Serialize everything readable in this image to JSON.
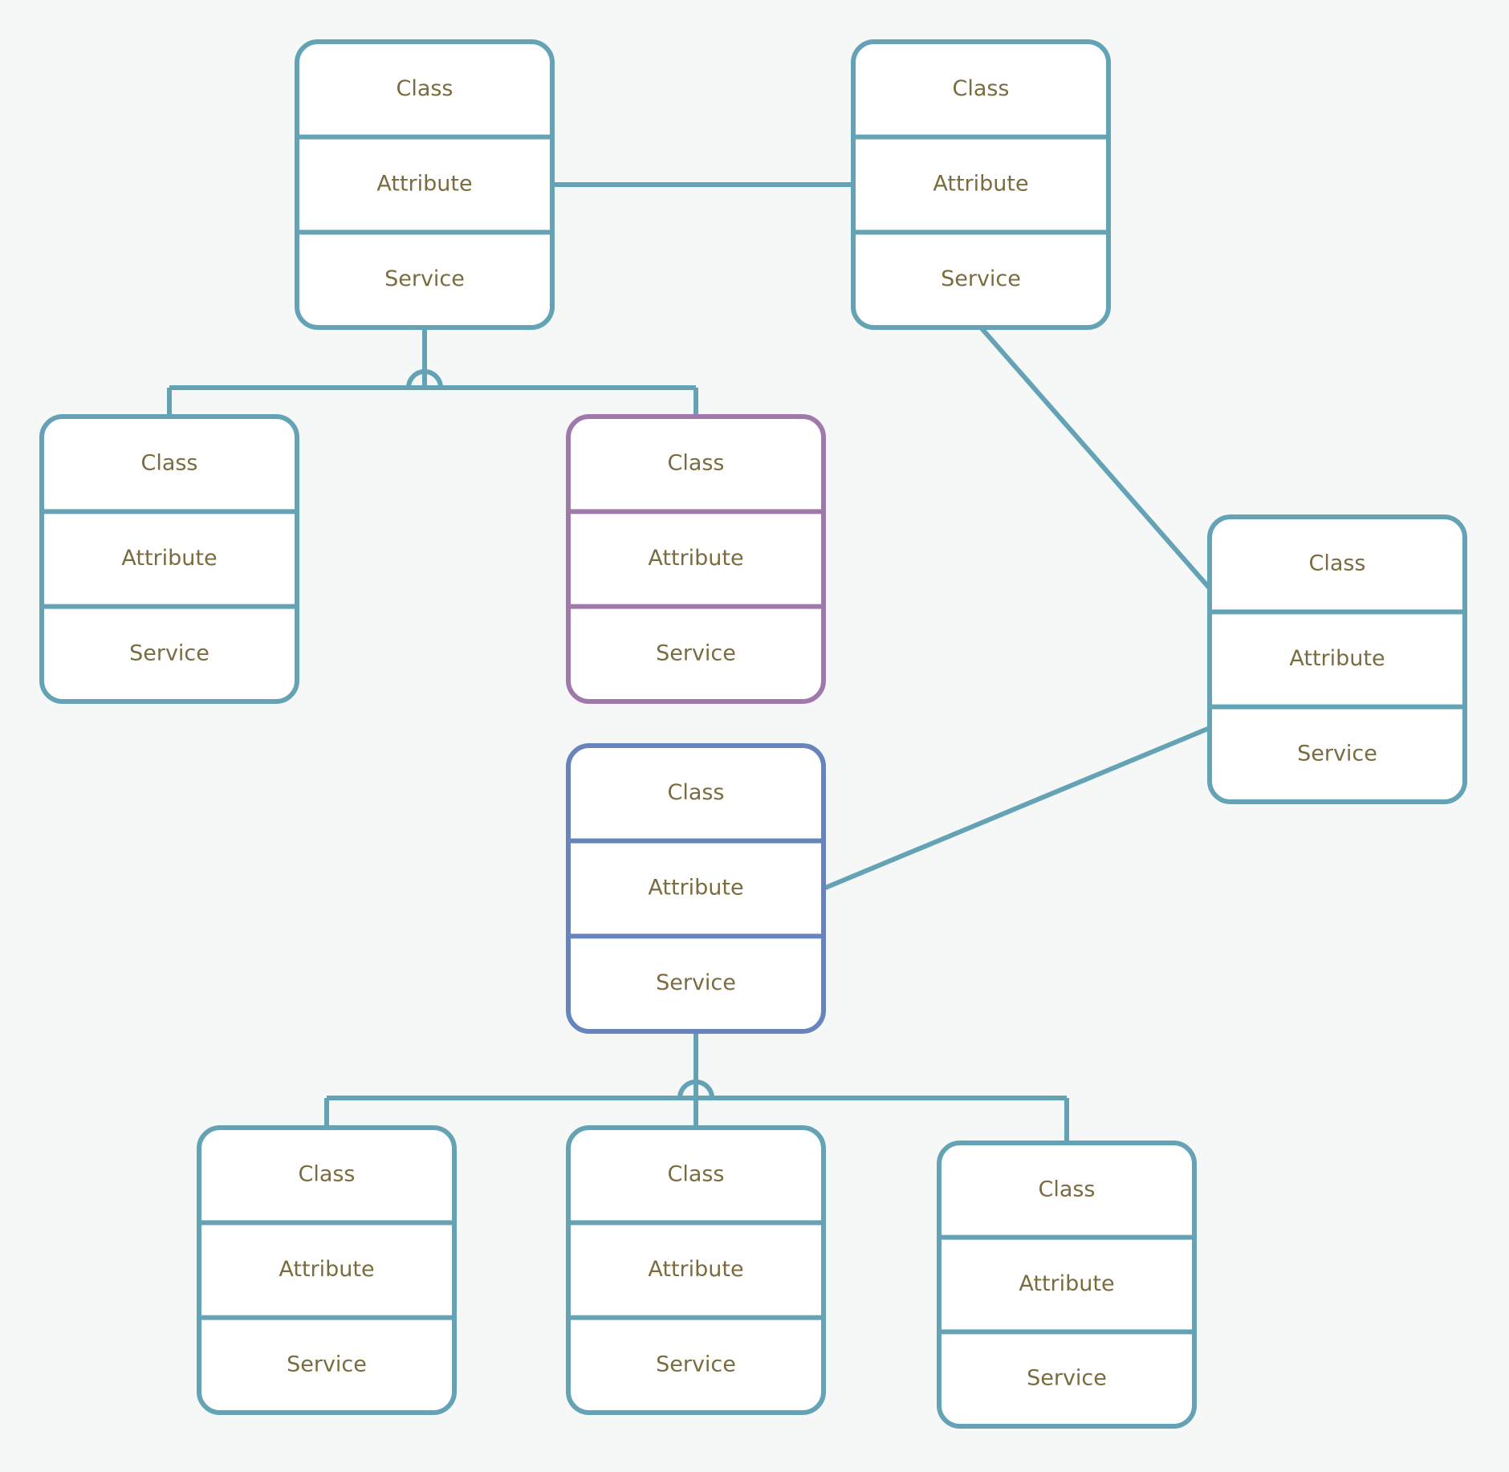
{
  "colors": {
    "background": "#f6f8f7",
    "teal": "#64a3b5",
    "purple": "#a079ab",
    "blue": "#6784bd",
    "text": "#7a6c3f"
  },
  "classes": [
    {
      "id": "class-top-left",
      "color": "teal",
      "title": "Class",
      "attribute": "Attribute",
      "service": "Service"
    },
    {
      "id": "class-top-right",
      "color": "teal",
      "title": "Class",
      "attribute": "Attribute",
      "service": "Service"
    },
    {
      "id": "class-mid-left",
      "color": "teal",
      "title": "Class",
      "attribute": "Attribute",
      "service": "Service"
    },
    {
      "id": "class-mid-center",
      "color": "purple",
      "title": "Class",
      "attribute": "Attribute",
      "service": "Service"
    },
    {
      "id": "class-right",
      "color": "teal",
      "title": "Class",
      "attribute": "Attribute",
      "service": "Service"
    },
    {
      "id": "class-center",
      "color": "blue",
      "title": "Class",
      "attribute": "Attribute",
      "service": "Service"
    },
    {
      "id": "class-bottom-left",
      "color": "teal",
      "title": "Class",
      "attribute": "Attribute",
      "service": "Service"
    },
    {
      "id": "class-bottom-center",
      "color": "teal",
      "title": "Class",
      "attribute": "Attribute",
      "service": "Service"
    },
    {
      "id": "class-bottom-right",
      "color": "teal",
      "title": "Class",
      "attribute": "Attribute",
      "service": "Service"
    }
  ],
  "connections": [
    {
      "id": "assoc-top-left-to-top-right",
      "type": "association",
      "from": "class-top-left",
      "to": "class-top-right"
    },
    {
      "id": "assoc-top-right-to-right",
      "type": "association",
      "from": "class-top-right",
      "to": "class-right"
    },
    {
      "id": "assoc-right-to-center",
      "type": "association",
      "from": "class-right",
      "to": "class-center"
    },
    {
      "id": "gen-top-left",
      "type": "generalization",
      "parent": "class-top-left",
      "children": [
        "class-mid-left",
        "class-mid-center"
      ]
    },
    {
      "id": "gen-center",
      "type": "generalization",
      "parent": "class-center",
      "children": [
        "class-bottom-left",
        "class-bottom-center",
        "class-bottom-right"
      ]
    }
  ]
}
